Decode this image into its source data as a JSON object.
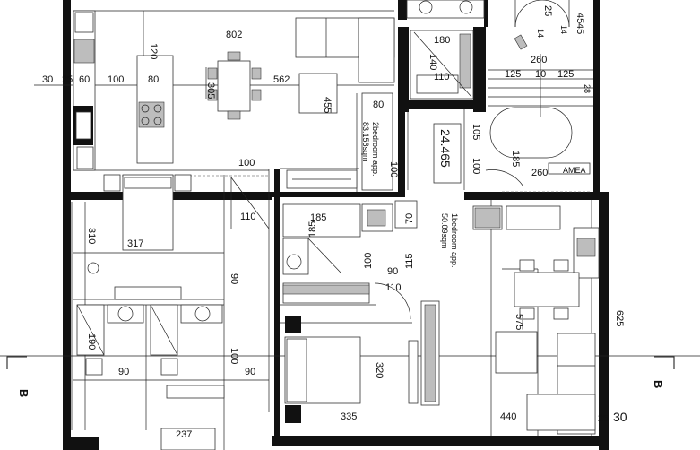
{
  "dimensions": {
    "d802": "802",
    "d120": "120",
    "d30": "30",
    "d25": "25",
    "d60": "60",
    "d100a": "100",
    "d80a": "80",
    "d562": "562",
    "d305": "305",
    "d455": "455",
    "d80b": "80",
    "d100b": "100",
    "d110a": "110",
    "d317": "317",
    "d310": "310",
    "d185a": "185",
    "d185b": "185",
    "d100c": "100",
    "d115": "115",
    "d90a": "90",
    "d110b": "110",
    "d90b": "90",
    "d190": "190",
    "d90c": "90",
    "d100d": "100",
    "d90d": "90",
    "d320": "320",
    "d335": "335",
    "d237": "237",
    "d440": "440",
    "d575": "575",
    "d625": "625",
    "d25b": "25",
    "d30b": "30",
    "d180": "180",
    "d140": "140",
    "d110c": "110",
    "d260a": "260",
    "d125a": "125",
    "d10": "10",
    "d125b": "125",
    "d28": "28",
    "d105": "105",
    "d100e": "100",
    "d185c": "185",
    "d260b": "260",
    "d45a": "45",
    "d45b": "45",
    "d25c": "25",
    "d14a": "14",
    "d14b": "14",
    "d100f": "100",
    "d70": "70"
  },
  "labels": {
    "apt_large_line1": "2bedroom app.",
    "apt_large_line2": "83.156sqm",
    "apt_small_line1": "1bedroom app.",
    "apt_small_line2": "50.09sqm",
    "level": "24.465",
    "amea": "AMEA",
    "section_left": "B",
    "section_right": "B"
  }
}
